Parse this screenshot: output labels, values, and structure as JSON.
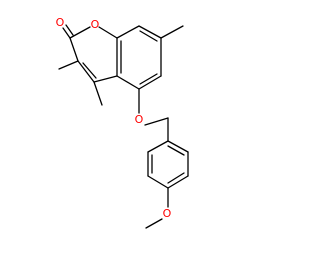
{
  "molecule": {
    "atom_labels": [
      {
        "id": "o-carbonyl",
        "text": "O"
      },
      {
        "id": "o-ring",
        "text": "O"
      },
      {
        "id": "o-ether",
        "text": "O"
      },
      {
        "id": "o-methoxy",
        "text": "O"
      }
    ]
  },
  "colors": {
    "bond": "#000000",
    "oxygen": "#ff0000",
    "background": "#ffffff"
  }
}
